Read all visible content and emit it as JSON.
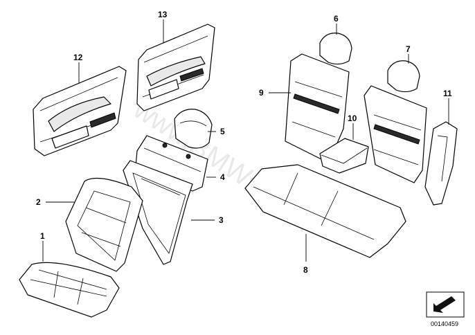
{
  "diagram": {
    "labels": {
      "p1": "1",
      "p2": "2",
      "p3": "3",
      "p4": "4",
      "p5": "5",
      "p6": "6",
      "p7": "7",
      "p8": "8",
      "p9": "9",
      "p10": "10",
      "p11": "11",
      "p12": "12",
      "p13": "13"
    },
    "watermark": "www.BMWstore.pl",
    "document_number": "00140459",
    "icon": "diagonal-arrow-icon"
  }
}
